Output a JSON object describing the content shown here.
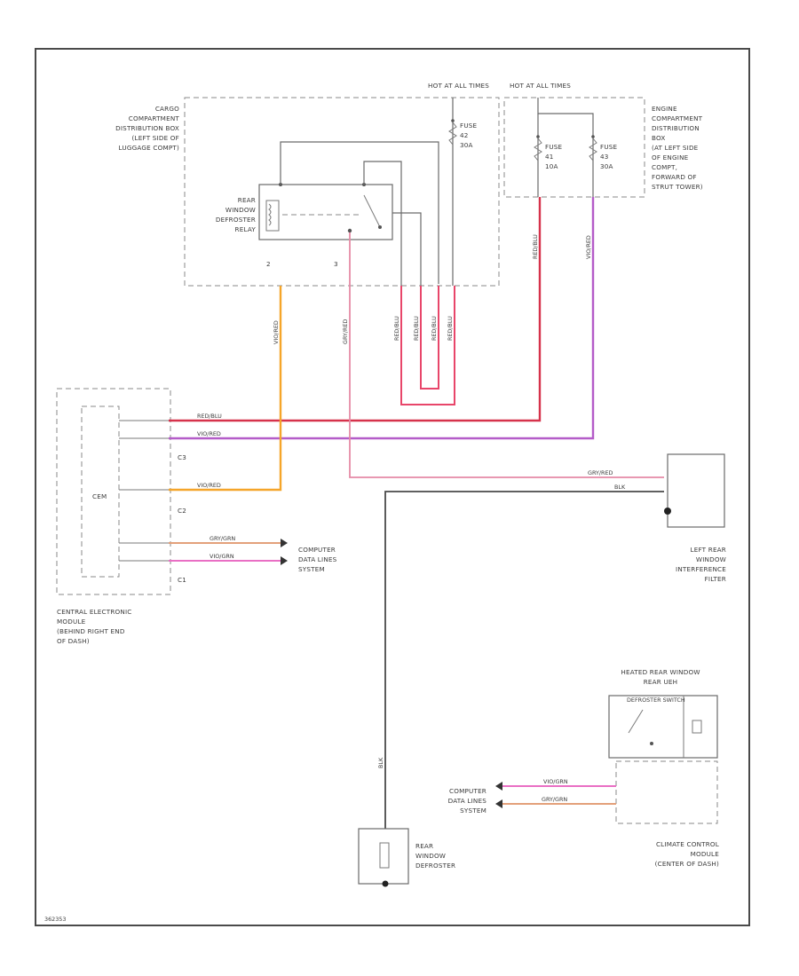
{
  "hot_at_all_times": "HOT AT ALL TIMES",
  "boxes": {
    "cargo": [
      "CARGO",
      "COMPARTMENT",
      "DISTRIBUTION BOX",
      "(LEFT SIDE OF",
      "LUGGAGE COMPT)"
    ],
    "engine": [
      "ENGINE",
      "COMPARTMENT",
      "DISTRIBUTION",
      "BOX",
      "(AT LEFT SIDE",
      "OF ENGINE",
      "COMPT,",
      "FORWARD OF",
      "STRUT TOWER)"
    ],
    "relay": [
      "REAR",
      "WINDOW",
      "DEFROSTER",
      "RELAY"
    ],
    "cem_box": "CEM",
    "cem_label": [
      "CENTRAL ELECTRONIC",
      "MODULE",
      "(BEHIND RIGHT END",
      "OF DASH)"
    ],
    "filter": [
      "LEFT REAR",
      "WINDOW",
      "INTERFERENCE",
      "FILTER"
    ],
    "defroster": [
      "REAR",
      "WINDOW",
      "DEFROSTER"
    ],
    "switch_title": [
      "HEATED REAR WINDOW",
      "REAR UEH"
    ],
    "switch_sub": "DEFROSTER SWITCH",
    "climate": [
      "CLIMATE CONTROL",
      "MODULE",
      "(CENTER OF DASH)"
    ],
    "computer_data_1": [
      "COMPUTER",
      "DATA LINES",
      "SYSTEM"
    ],
    "computer_data_2": [
      "COMPUTER",
      "DATA LINES",
      "SYSTEM"
    ]
  },
  "fuses": {
    "f42": [
      "FUSE",
      "42",
      "30A"
    ],
    "f41": [
      "FUSE",
      "41",
      "10A"
    ],
    "f43": [
      "FUSE",
      "43",
      "30A"
    ]
  },
  "connectors": {
    "c3": "C3",
    "c2": "C2",
    "c1": "C1"
  },
  "pins": {
    "relay_2": "2",
    "relay_3": "3"
  },
  "wires": {
    "red_blu": "RED/BLU",
    "vio_red": "VIO/RED",
    "gry_red": "GRY/RED",
    "blk": "BLK",
    "gry_grn": "GRY/GRN",
    "vio_grn": "VIO/GRN"
  },
  "colors": {
    "red": "#d6324b",
    "violet": "#b45cc8",
    "orange": "#f5a52a",
    "pink": "#e58aa6",
    "black": "#4a4a4a",
    "grid": "#888888"
  },
  "doc_id": "362353"
}
